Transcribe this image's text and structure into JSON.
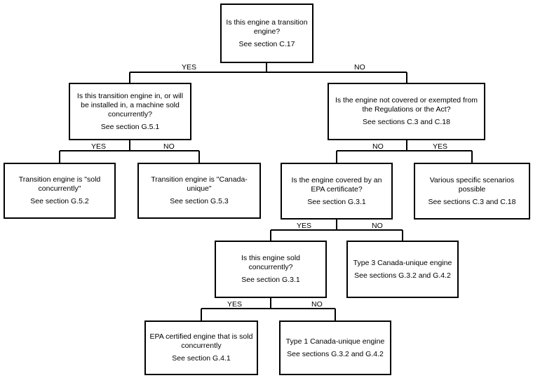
{
  "nodes": {
    "transition": {
      "question": "Is this engine a transition engine?",
      "ref": "See section C.17"
    },
    "installed": {
      "question": "Is this transition engine in, or will be installed in, a machine sold concurrently?",
      "ref": "See section G.5.1"
    },
    "not_covered": {
      "question": "Is the engine not covered or exempted from the Regulations or the Act?",
      "ref": "See sections C.3 and C.18"
    },
    "sold_concurrently": {
      "question": "Transition engine is \"sold concurrently\"",
      "ref": "See section G.5.2"
    },
    "canada_unique": {
      "question": "Transition engine is \"Canada-unique\"",
      "ref": "See section G.5.3"
    },
    "epa_covered": {
      "question": "Is the engine covered by an EPA certificate?",
      "ref": "See section G.3.1"
    },
    "various": {
      "question": "Various specific scenarios possible",
      "ref": "See sections C.3 and C.18"
    },
    "is_sold_concurrently": {
      "question": "Is this engine sold concurrently?",
      "ref": "See section G.3.1"
    },
    "type3": {
      "question": "Type 3 Canada-unique engine",
      "ref": "See sections G.3.2  and G.4.2"
    },
    "epa_certified": {
      "question": "EPA certified engine that is sold concurrently",
      "ref": "See section G.4.1"
    },
    "type1": {
      "question": "Type 1 Canada-unique engine",
      "ref": "See sections G.3.2 and G.4.2"
    }
  },
  "labels": {
    "l1_yes": "YES",
    "l1_no": "NO",
    "l2a_yes": "YES",
    "l2a_no": "NO",
    "l2b_no": "NO",
    "l2b_yes": "YES",
    "l3_yes": "YES",
    "l3_no": "NO",
    "l4_yes": "YES",
    "l4_no": "NO"
  }
}
